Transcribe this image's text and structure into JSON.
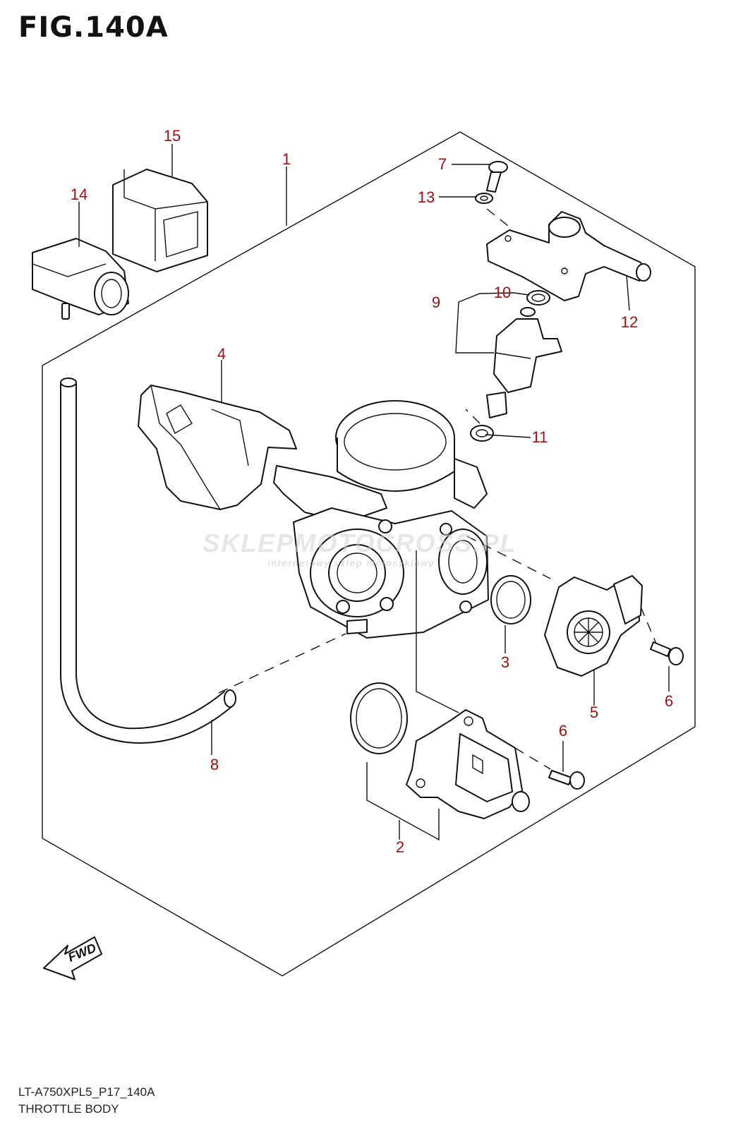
{
  "figure": {
    "title": "FIG.140A",
    "model_code": "LT-A750XPL5_P17_140A",
    "section_name": "THROTTLE BODY"
  },
  "watermark": {
    "main": "SKLEPMOTOCROSS.PL",
    "sub": "internetowy sklep motocyklowy"
  },
  "direction_marker": "FWD",
  "callout_color": "#a01010",
  "callouts": [
    {
      "id": "c1",
      "label": "1"
    },
    {
      "id": "c2",
      "label": "2"
    },
    {
      "id": "c3",
      "label": "3"
    },
    {
      "id": "c4",
      "label": "4"
    },
    {
      "id": "c5",
      "label": "5"
    },
    {
      "id": "c6a",
      "label": "6"
    },
    {
      "id": "c6b",
      "label": "6"
    },
    {
      "id": "c7",
      "label": "7"
    },
    {
      "id": "c8",
      "label": "8"
    },
    {
      "id": "c9",
      "label": "9"
    },
    {
      "id": "c10",
      "label": "10"
    },
    {
      "id": "c11",
      "label": "11"
    },
    {
      "id": "c12",
      "label": "12"
    },
    {
      "id": "c13",
      "label": "13"
    },
    {
      "id": "c14",
      "label": "14"
    },
    {
      "id": "c15",
      "label": "15"
    }
  ]
}
